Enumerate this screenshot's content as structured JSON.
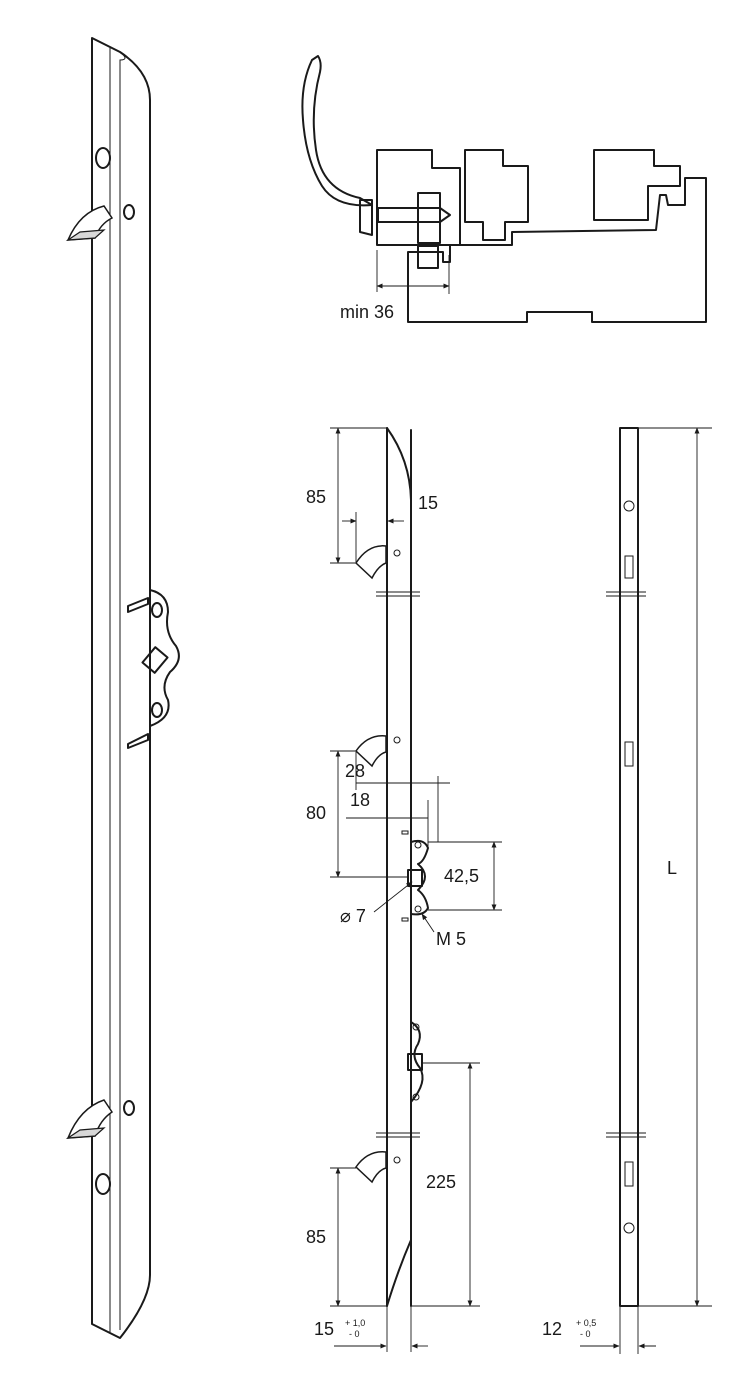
{
  "dimensions": {
    "min_depth": "min 36",
    "top_offset": "85",
    "edge_width": "15",
    "hook_spacing": "80",
    "dist_28": "28",
    "dist_18": "18",
    "gearbox_height": "42,5",
    "hole_diameter": "⌀ 7",
    "thread": "M 5",
    "spindle_spacing": "225",
    "bottom_offset": "85",
    "length": "L"
  },
  "tolerances": {
    "width_15": {
      "value": "15",
      "plus": "+ 1,0",
      "minus": "- 0"
    },
    "width_12": {
      "value": "12",
      "plus": "+ 0,5",
      "minus": "- 0"
    }
  }
}
